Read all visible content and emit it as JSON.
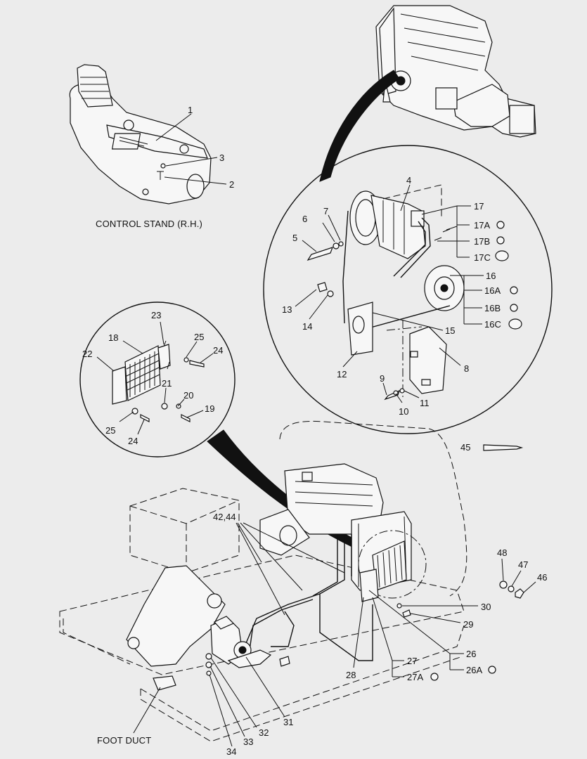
{
  "captions": {
    "control_stand": "CONTROL STAND (R.H.)",
    "foot_duct": "FOOT DUCT"
  },
  "labels": {
    "n1": "1",
    "n2": "2",
    "n3": "3",
    "n4": "4",
    "n5": "5",
    "n6": "6",
    "n7": "7",
    "n8": "8",
    "n9": "9",
    "n10": "10",
    "n11": "11",
    "n12": "12",
    "n13": "13",
    "n14": "14",
    "n15": "15",
    "n16": "16",
    "n16a": "16A",
    "n16b": "16B",
    "n16c": "16C",
    "n17": "17",
    "n17a": "17A",
    "n17b": "17B",
    "n17c": "17C",
    "n18": "18",
    "n19": "19",
    "n20": "20",
    "n21": "21",
    "n22": "22",
    "n23": "23",
    "n24a": "24",
    "n24b": "24",
    "n25a": "25",
    "n25b": "25",
    "n26": "26",
    "n26a": "26A",
    "n27": "27",
    "n27a": "27A",
    "n28": "28",
    "n29": "29",
    "n30": "30",
    "n31": "31",
    "n32": "32",
    "n33": "33",
    "n34": "34",
    "n4244": "42,44",
    "n45": "45",
    "n46": "46",
    "n47": "47",
    "n48": "48"
  }
}
